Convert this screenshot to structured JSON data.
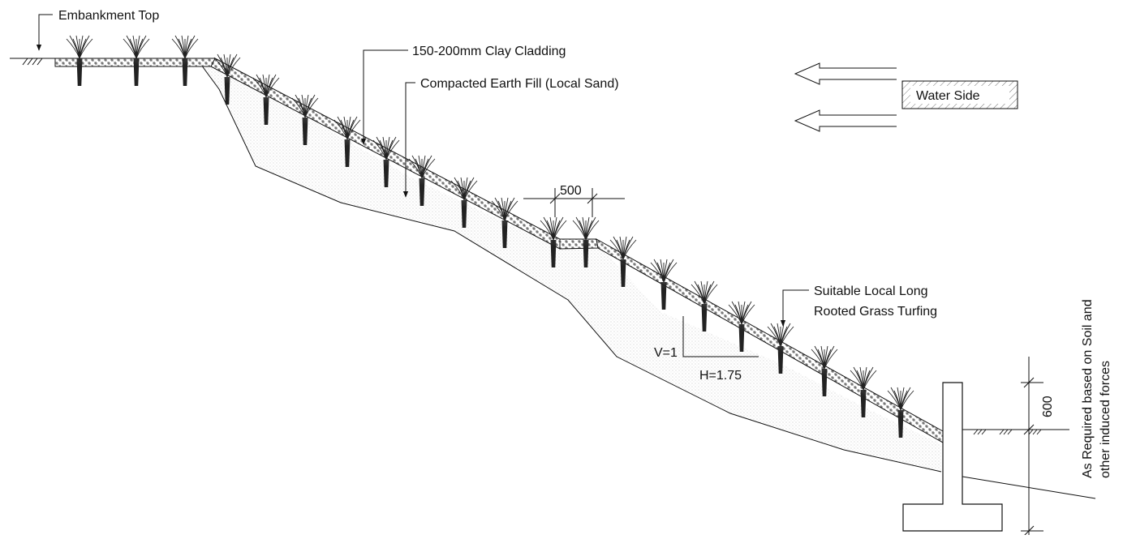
{
  "labels": {
    "embankment_top": "Embankment Top",
    "clay_cladding": "150-200mm Clay Cladding",
    "earth_fill": "Compacted Earth Fill (Local Sand)",
    "water_side": "Water Side",
    "spacing": "500",
    "turf_line1": "Suitable Local Long",
    "turf_line2": "Rooted Grass Turfing",
    "slope_v": "V=1",
    "slope_h": "H=1.75",
    "depth": "600",
    "foundation_line1": "As Required based on Soil and",
    "foundation_line2": "other induced forces"
  },
  "icons": [
    "grass-tuft-icon",
    "flow-arrow-icon",
    "ground-hatch-icon"
  ],
  "colors": {
    "line": "#111111",
    "fill_dots": "#cfcfcf",
    "cladding": "#222222"
  }
}
